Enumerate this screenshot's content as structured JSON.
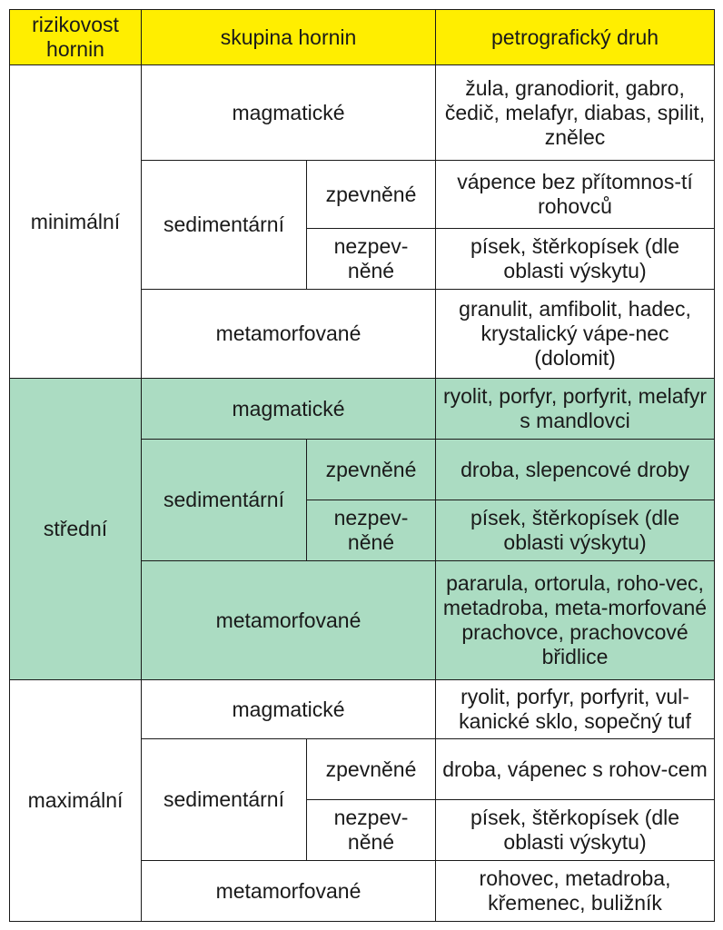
{
  "headers": [
    "rizikovost hornin",
    "skupina hornin",
    "petrografický druh"
  ],
  "colors": {
    "header_bg": "#ffee00",
    "middle_group_bg": "#abdcc2",
    "border": "#1a1a1a"
  },
  "groups": [
    {
      "risk": "minimální",
      "magmatic": {
        "name": "magmatické",
        "druh": "žula, granodiorit, gabro, čedič, melafyr, diabas, spilit, znělec"
      },
      "sedimentary": {
        "name": "sedimentární",
        "consolidated": {
          "name": "zpevněné",
          "druh": "vápence bez přítomnos-tí rohovců"
        },
        "unconsolidated": {
          "name": "nezpev-něné",
          "druh": "písek, štěrkopísek (dle oblasti výskytu)"
        }
      },
      "metamorphic": {
        "name": "metamorfované",
        "druh": "granulit, amfibolit, hadec, krystalický vápe-nec (dolomit)"
      }
    },
    {
      "risk": "střední",
      "magmatic": {
        "name": "magmatické",
        "druh": "ryolit, porfyr, porfyrit, melafyr s mandlovci"
      },
      "sedimentary": {
        "name": "sedimentární",
        "consolidated": {
          "name": "zpevněné",
          "druh": "droba, slepencové droby"
        },
        "unconsolidated": {
          "name": "nezpev-něné",
          "druh": "písek, štěrkopísek (dle oblasti výskytu)"
        }
      },
      "metamorphic": {
        "name": "metamorfované",
        "druh": "pararula, ortorula, roho-vec, metadroba, meta-morfované prachovce, prachovcové břidlice"
      }
    },
    {
      "risk": "maximální",
      "magmatic": {
        "name": "magmatické",
        "druh": "ryolit, porfyr, porfyrit, vul-kanické sklo, sopečný tuf"
      },
      "sedimentary": {
        "name": "sedimentární",
        "consolidated": {
          "name": "zpevněné",
          "druh": "droba, vápenec s rohov-cem"
        },
        "unconsolidated": {
          "name": "nezpev-něné",
          "druh": "písek, štěrkopísek (dle oblasti výskytu)"
        }
      },
      "metamorphic": {
        "name": "metamorfované",
        "druh": "rohovec, metadroba, křemenec, buližník"
      }
    }
  ]
}
